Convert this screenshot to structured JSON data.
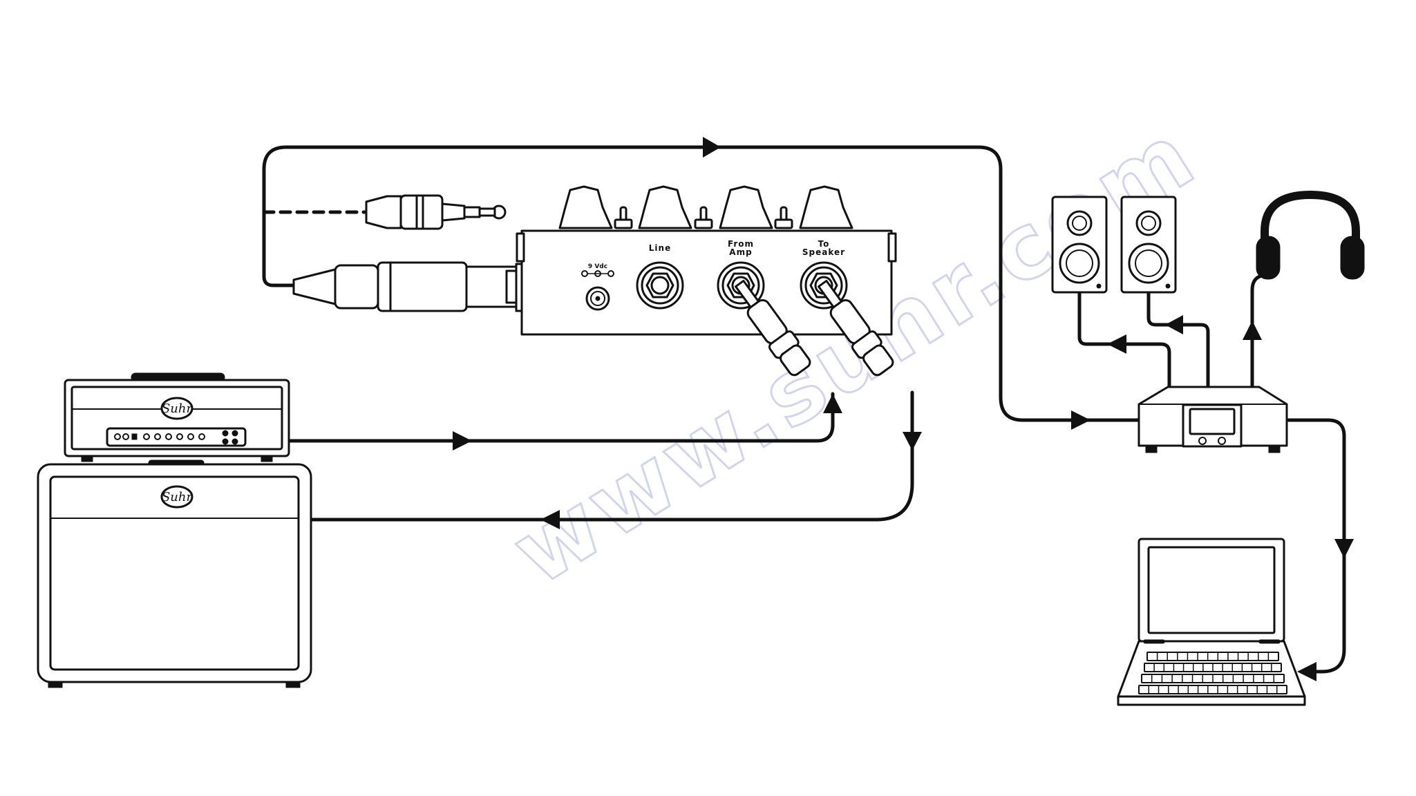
{
  "interface": {
    "dc_label": "9 Vdc",
    "jack_line": "Line",
    "jack_from_amp_1": "From",
    "jack_from_amp_2": "Amp",
    "jack_to_speaker_1": "To",
    "jack_to_speaker_2": "Speaker"
  },
  "amp_head": {
    "logo": "Suhr"
  },
  "cabinet": {
    "logo": "Suhr"
  },
  "watermark": "www.suhr.com",
  "icons": {
    "amp-head": "guitar-amp-head-icon",
    "cabinet": "speaker-cabinet-icon",
    "interface": "load-box-interface-icon",
    "audio-interface": "audio-interface-icon",
    "monitors": "studio-monitor-icon",
    "headphones": "headphones-icon",
    "laptop": "laptop-icon"
  },
  "colors": {
    "line": "#111111",
    "background": "#ffffff",
    "watermark": "#7a86c8"
  }
}
